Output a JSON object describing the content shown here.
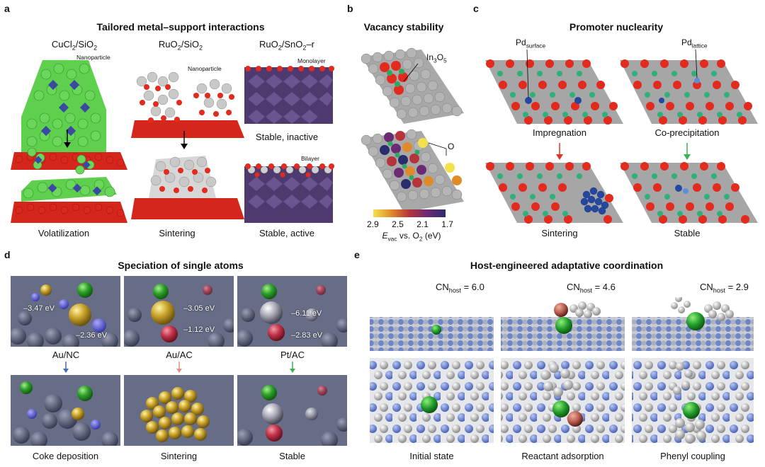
{
  "panel_a": {
    "letter": "a",
    "title": "Tailored metal–support interactions",
    "col1": {
      "header": "CuCl",
      "header_sub": "2",
      "header_tail": "/SiO",
      "header_sub2": "2",
      "tag": "Nanoparticle",
      "caption": "Volatilization"
    },
    "col2": {
      "header": "RuO",
      "header_sub": "2",
      "header_tail": "/SiO",
      "header_sub2": "2",
      "tag": "Nanoparticle",
      "caption": "Sintering"
    },
    "col3": {
      "header": "RuO",
      "header_sub": "2",
      "header_tail": "/SnO",
      "header_sub2": "2",
      "header_end": "–r",
      "tag_top": "Monolayer",
      "caption_top": "Stable, inactive",
      "tag_bottom": "Bilayer",
      "caption_bottom": "Stable, active"
    }
  },
  "panel_b": {
    "letter": "b",
    "title": "Vacancy stability",
    "label_in": "In",
    "label_in_sub1": "3",
    "label_in_o": "O",
    "label_in_sub2": "5",
    "label_o": "O",
    "colorbar_ticks": [
      "2.9",
      "2.5",
      "2.1",
      "1.7"
    ],
    "colorbar_label_e": "E",
    "colorbar_label_sub": "vac",
    "colorbar_label_rest": " vs. O",
    "colorbar_label_sub2": "2",
    "colorbar_label_end": " (eV)",
    "colors": [
      "#f4e04d",
      "#e08a2a",
      "#b5333a",
      "#6b2a74",
      "#2b2c6e"
    ]
  },
  "panel_c": {
    "letter": "c",
    "title": "Promoter nuclearity",
    "label_left": "Pd",
    "label_left_sub": "surface",
    "label_right": "Pd",
    "label_right_sub": "lattice",
    "caption_left_top": "Impregnation",
    "caption_right_top": "Co-precipitation",
    "caption_left_bottom": "Sintering",
    "caption_right_bottom": "Stable"
  },
  "panel_d": {
    "letter": "d",
    "title": "Speciation of single atoms",
    "energies": [
      [
        "–3.47 eV",
        "–2.36 eV"
      ],
      [
        "–3.05 eV",
        "–1.12 eV"
      ],
      [
        "–6.11 eV",
        "–2.83 eV"
      ]
    ],
    "systems": [
      "Au/NC",
      "Au/AC",
      "Pt/AC"
    ],
    "captions": [
      "Coke deposition",
      "Sintering",
      "Stable"
    ]
  },
  "panel_e": {
    "letter": "e",
    "title": "Host-engineered adaptative coordination",
    "cn": [
      {
        "pre": "CN",
        "sub": "host",
        "val": " = 6.0"
      },
      {
        "pre": "CN",
        "sub": "host",
        "val": " = 4.6"
      },
      {
        "pre": "CN",
        "sub": "host",
        "val": " = 2.9"
      }
    ],
    "captions": [
      "Initial state",
      "Reactant adsorption",
      "Phenyl coupling"
    ]
  }
}
